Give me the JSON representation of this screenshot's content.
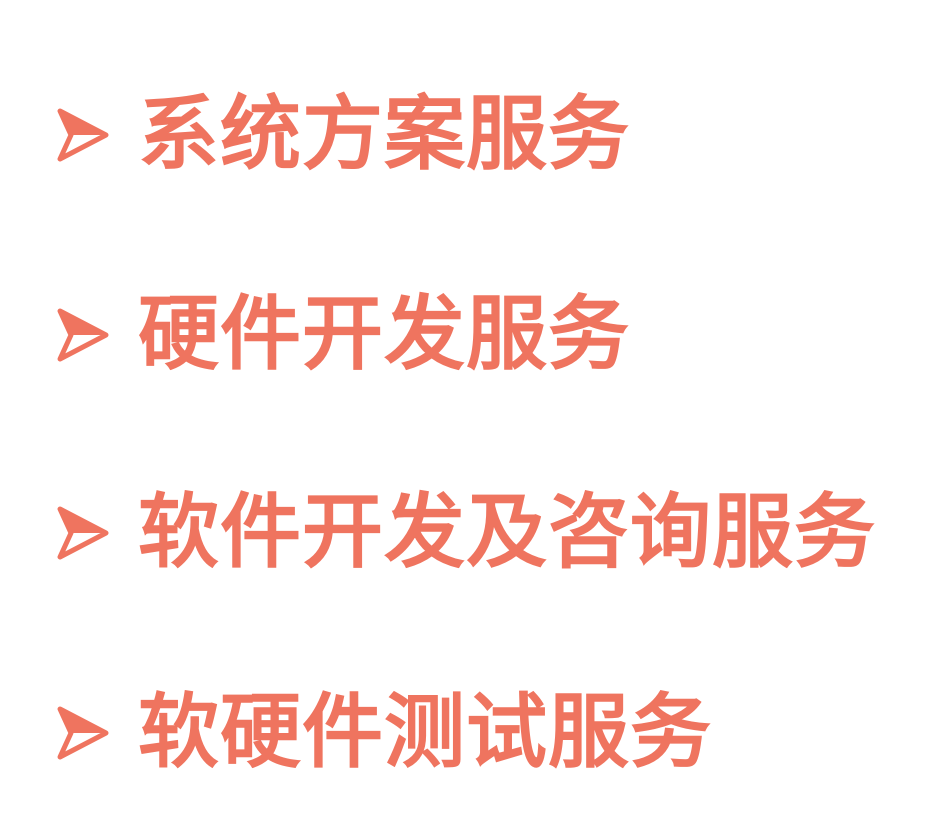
{
  "page": {
    "background_color": "#ffffff",
    "accent_color": "#ef745f",
    "bullet_icon": "arrow-right-icon"
  },
  "services": [
    {
      "label": "系统方案服务"
    },
    {
      "label": "硬件开发服务"
    },
    {
      "label": "软件开发及咨询服务"
    },
    {
      "label": "软硬件测试服务"
    }
  ]
}
